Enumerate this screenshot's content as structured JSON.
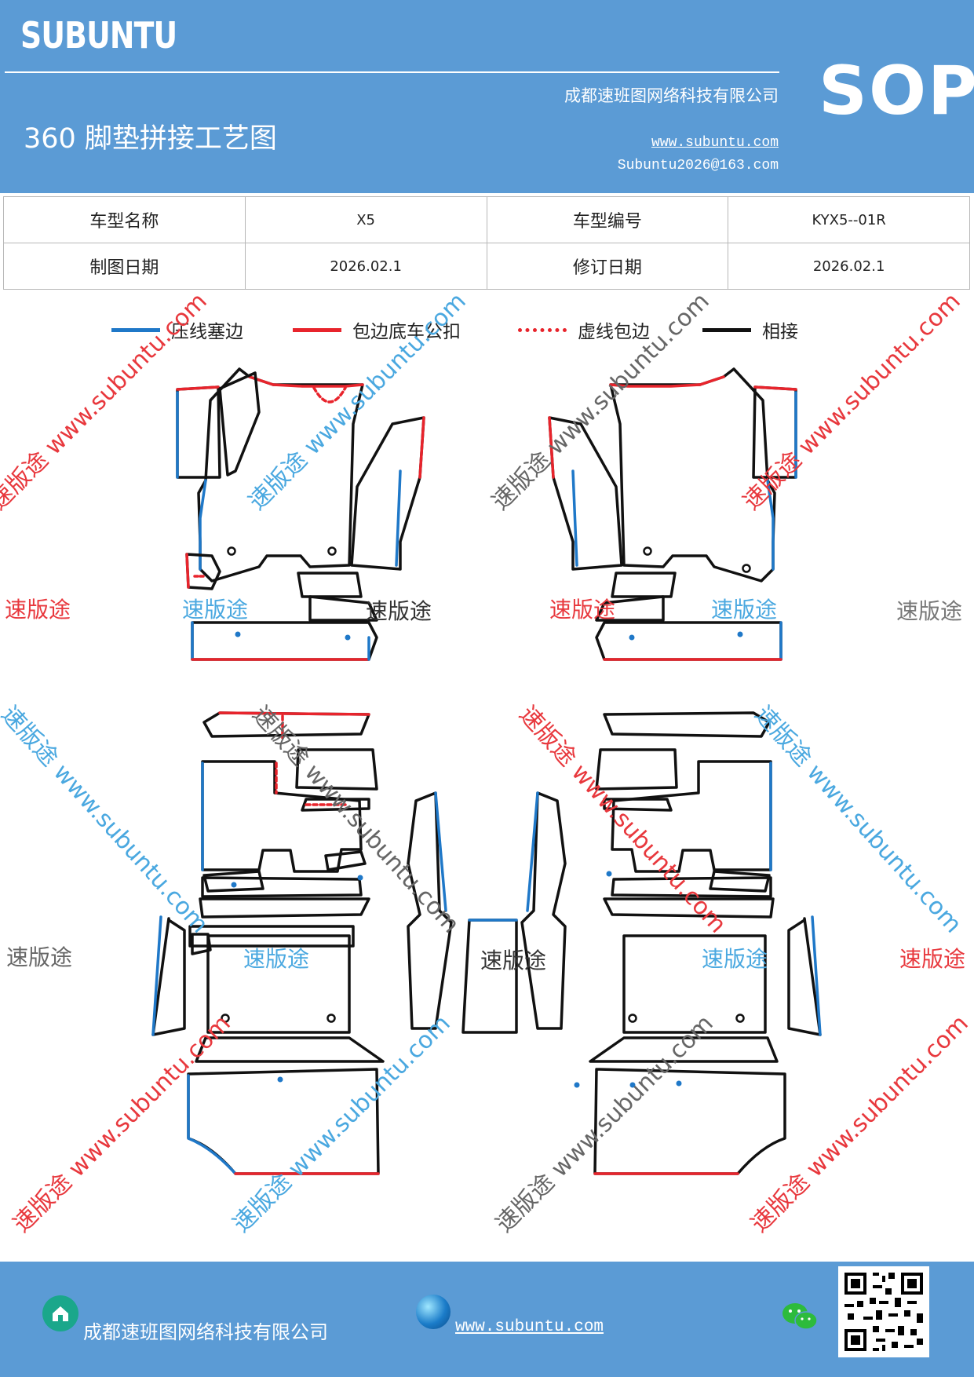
{
  "header": {
    "brand": "SUBUNTU",
    "doc_title": "360 脚垫拼接工艺图",
    "company": "成都速班图网络科技有限公司",
    "url": "www.subuntu.com",
    "email": "Subuntu2026@163.com",
    "badge": "SOP",
    "background": "#5b9bd5"
  },
  "info_table": {
    "rows": [
      [
        "车型名称",
        "X5",
        "车型编号",
        "KYX5--01R"
      ],
      [
        "制图日期",
        "2026.02.1",
        "修订日期",
        "2026.02.1"
      ]
    ]
  },
  "legend": [
    {
      "label": "压线塞边",
      "color": "#1f78c8",
      "style": "solid"
    },
    {
      "label": "包边底车公扣",
      "color": "#e8242c",
      "style": "solid"
    },
    {
      "label": "虚线包边",
      "color": "#e8242c",
      "style": "dotted"
    },
    {
      "label": "相接",
      "color": "#111111",
      "style": "solid"
    }
  ],
  "watermark": {
    "text": "速版途 www.subuntu.com",
    "tag_text": "速版途",
    "colors": {
      "red": "#e8383d",
      "blue": "#4aa8e0",
      "gray": "#666666"
    }
  },
  "footer": {
    "company": "成都速班图网络科技有限公司",
    "url": "www.subuntu.com ",
    "icons": [
      "home-icon",
      "globe-icon",
      "wechat-icon",
      "qr-code"
    ]
  }
}
